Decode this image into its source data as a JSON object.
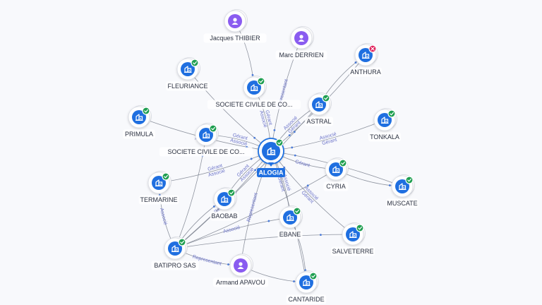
{
  "colors": {
    "company_icon": "#1f6fe0",
    "person_icon": "#8a5cf0",
    "active_badge": "#1e9e50",
    "closed_badge": "#e0245e",
    "edge": "#6b7280",
    "edge_label": "#6c74c9",
    "main_label_bg": "#1f6fe0"
  },
  "center": {
    "id": "alogia",
    "label": "ALOGIA",
    "type": "company",
    "status": "active"
  },
  "nodes": [
    {
      "id": "jacques",
      "label": "Jacques THIBIER",
      "type": "person"
    },
    {
      "id": "marc",
      "label": "Marc DERRIEN",
      "type": "person"
    },
    {
      "id": "anthura",
      "label": "ANTHURA",
      "type": "company",
      "status": "closed"
    },
    {
      "id": "fleuriance",
      "label": "FLEURIANCE",
      "type": "company",
      "status": "active"
    },
    {
      "id": "scc1",
      "label": "SOCIETE CIVILE DE CO...",
      "type": "company",
      "status": "active"
    },
    {
      "id": "astral",
      "label": "ASTRAL",
      "type": "company",
      "status": "active"
    },
    {
      "id": "tonkala",
      "label": "TONKALA",
      "type": "company",
      "status": "active"
    },
    {
      "id": "primula",
      "label": "PRIMULA",
      "type": "company",
      "status": "active"
    },
    {
      "id": "scc2",
      "label": "SOCIETE CIVILE DE CO...",
      "type": "company",
      "status": "active"
    },
    {
      "id": "termarine",
      "label": "TERMARINE",
      "type": "company",
      "status": "active"
    },
    {
      "id": "cyria",
      "label": "CYRIA",
      "type": "company",
      "status": "active"
    },
    {
      "id": "muscate",
      "label": "MUSCATE",
      "type": "company",
      "status": "active"
    },
    {
      "id": "baobab",
      "label": "BAOBAB",
      "type": "company",
      "status": "active"
    },
    {
      "id": "ebane",
      "label": "EBANE",
      "type": "company",
      "status": "active"
    },
    {
      "id": "salveterre",
      "label": "SALVETERRE",
      "type": "company",
      "status": "active"
    },
    {
      "id": "batipro",
      "label": "BATIPRO SAS",
      "type": "company",
      "status": "active"
    },
    {
      "id": "armand",
      "label": "Armand APAVOU",
      "type": "person"
    },
    {
      "id": "cantaride",
      "label": "CANTARIDE",
      "type": "company",
      "status": "active"
    }
  ],
  "edges": [
    {
      "from": "jacques",
      "to": "scc1",
      "labels": []
    },
    {
      "from": "marc",
      "to": "alogia",
      "labels": [
        "Representant"
      ]
    },
    {
      "from": "anthura",
      "to": "alogia",
      "labels": []
    },
    {
      "from": "fleuriance",
      "to": "alogia",
      "labels": []
    },
    {
      "from": "scc1",
      "to": "alogia",
      "labels": [
        "Gérant",
        "Associé"
      ]
    },
    {
      "from": "astral",
      "to": "alogia",
      "labels": [
        "Gérant",
        "Associé"
      ]
    },
    {
      "from": "tonkala",
      "to": "alogia",
      "labels": [
        "Gérant",
        "Associé"
      ]
    },
    {
      "from": "primula",
      "to": "alogia",
      "labels": [
        "Gérant",
        "Associé"
      ]
    },
    {
      "from": "scc2",
      "to": "alogia",
      "labels": [
        "Gérant",
        "Associé"
      ]
    },
    {
      "from": "termarine",
      "to": "alogia",
      "labels": [
        "Gérant",
        "Associé"
      ]
    },
    {
      "from": "cyria",
      "to": "alogia",
      "labels": [
        "Gérant"
      ]
    },
    {
      "from": "muscate",
      "to": "alogia",
      "labels": []
    },
    {
      "from": "baobab",
      "to": "alogia",
      "labels": [
        "Gérant",
        "Associé"
      ]
    },
    {
      "from": "ebane",
      "to": "alogia",
      "labels": [
        "Gérant",
        "Associé"
      ]
    },
    {
      "from": "salveterre",
      "to": "alogia",
      "labels": [
        "Gérant",
        "Associé"
      ]
    },
    {
      "from": "cantaride",
      "to": "alogia",
      "labels": []
    },
    {
      "from": "batipro",
      "to": "termarine",
      "labels": [
        "Associé"
      ]
    },
    {
      "from": "batipro",
      "to": "alogia",
      "labels": [
        "Representant"
      ]
    },
    {
      "from": "batipro",
      "to": "baobab",
      "labels": []
    },
    {
      "from": "batipro",
      "to": "scc2",
      "labels": []
    },
    {
      "from": "batipro",
      "to": "ebane",
      "labels": [
        "Associé"
      ]
    },
    {
      "from": "batipro",
      "to": "cyria",
      "labels": []
    },
    {
      "from": "batipro",
      "to": "salveterre",
      "labels": []
    },
    {
      "from": "batipro",
      "to": "armand",
      "labels": [
        "Representant"
      ]
    },
    {
      "from": "armand",
      "to": "alogia",
      "labels": [
        "Representant"
      ]
    },
    {
      "from": "armand",
      "to": "cantaride",
      "labels": []
    },
    {
      "from": "ebane",
      "to": "cantaride",
      "labels": []
    },
    {
      "from": "cyria",
      "to": "muscate",
      "labels": []
    },
    {
      "from": "astral",
      "to": "anthura",
      "labels": []
    },
    {
      "from": "batipro",
      "to": "astral",
      "labels": []
    }
  ]
}
